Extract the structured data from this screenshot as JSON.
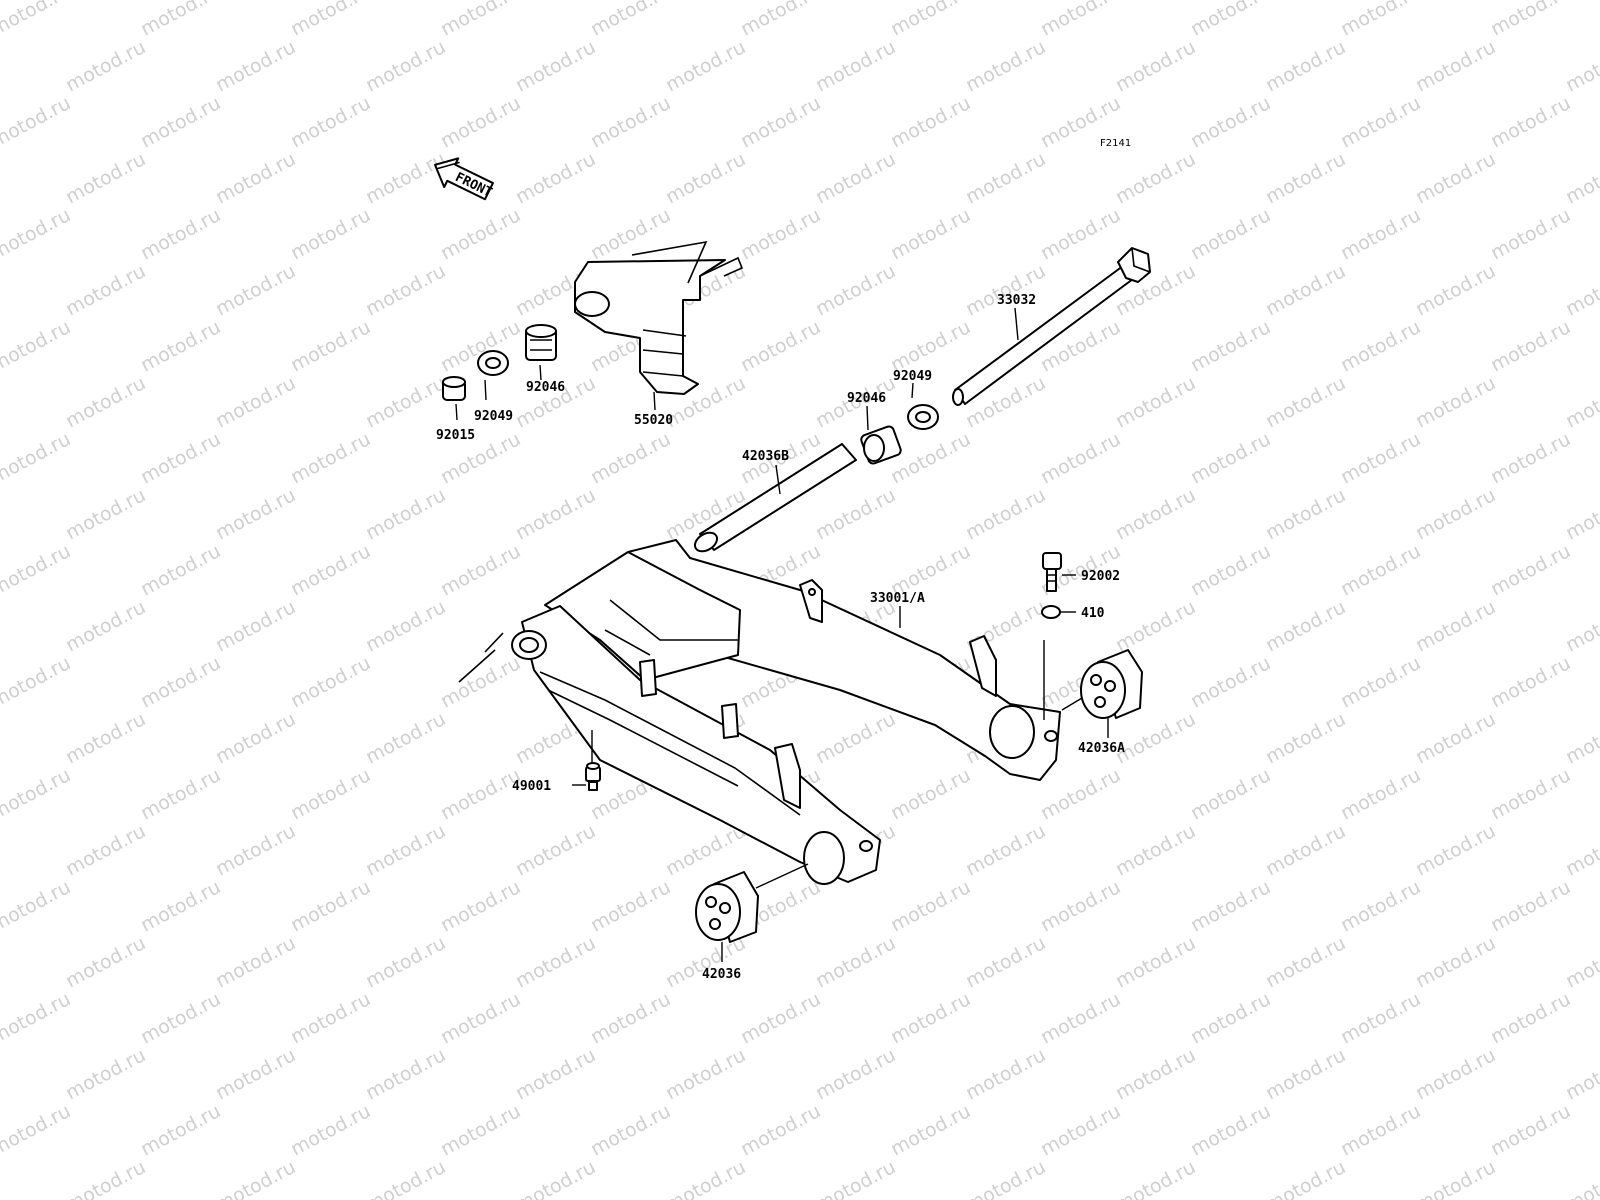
{
  "watermark": "motod.ru",
  "figure_code": "F2141",
  "direction_arrow": {
    "text": "FRONT",
    "icon": "front-arrow-icon"
  },
  "callouts": {
    "c33032": "33032",
    "c92049_right": "92049",
    "c92046_right": "92046",
    "c42036B": "42036B",
    "c92049_left": "92049",
    "c92046_left": "92046",
    "c92015": "92015",
    "c55020": "55020",
    "c92002": "92002",
    "c410": "410",
    "c33001A": "33001/A",
    "c42036A": "42036A",
    "c49001": "49001",
    "c42036": "42036"
  },
  "colors": {
    "line": "#000000",
    "watermark": "#cfcfcf",
    "background": "#ffffff"
  }
}
